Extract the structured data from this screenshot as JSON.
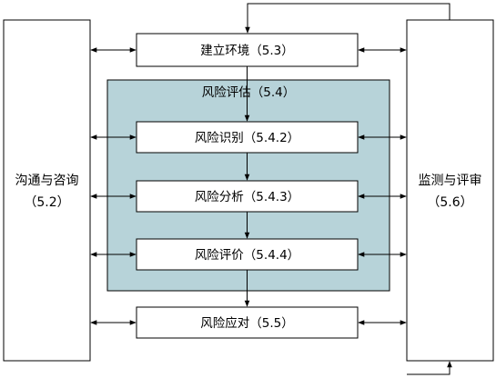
{
  "diagram": {
    "left_box": {
      "title": "沟通与咨询",
      "code": "（5.2）"
    },
    "right_box": {
      "title": "监测与评审",
      "code": "（5.6）"
    },
    "establish_context": "建立环境（5.3）",
    "risk_assessment": {
      "title": "风险评估（5.4）",
      "steps": [
        "风险识别（5.4.2）",
        "风险分析（5.4.3）",
        "风险评价（5.4.4）"
      ]
    },
    "risk_treatment": "风险应对（5.5）",
    "colors": {
      "assessment_fill": "#b7d3d9",
      "line": "#000000",
      "box_fill": "#ffffff"
    }
  }
}
